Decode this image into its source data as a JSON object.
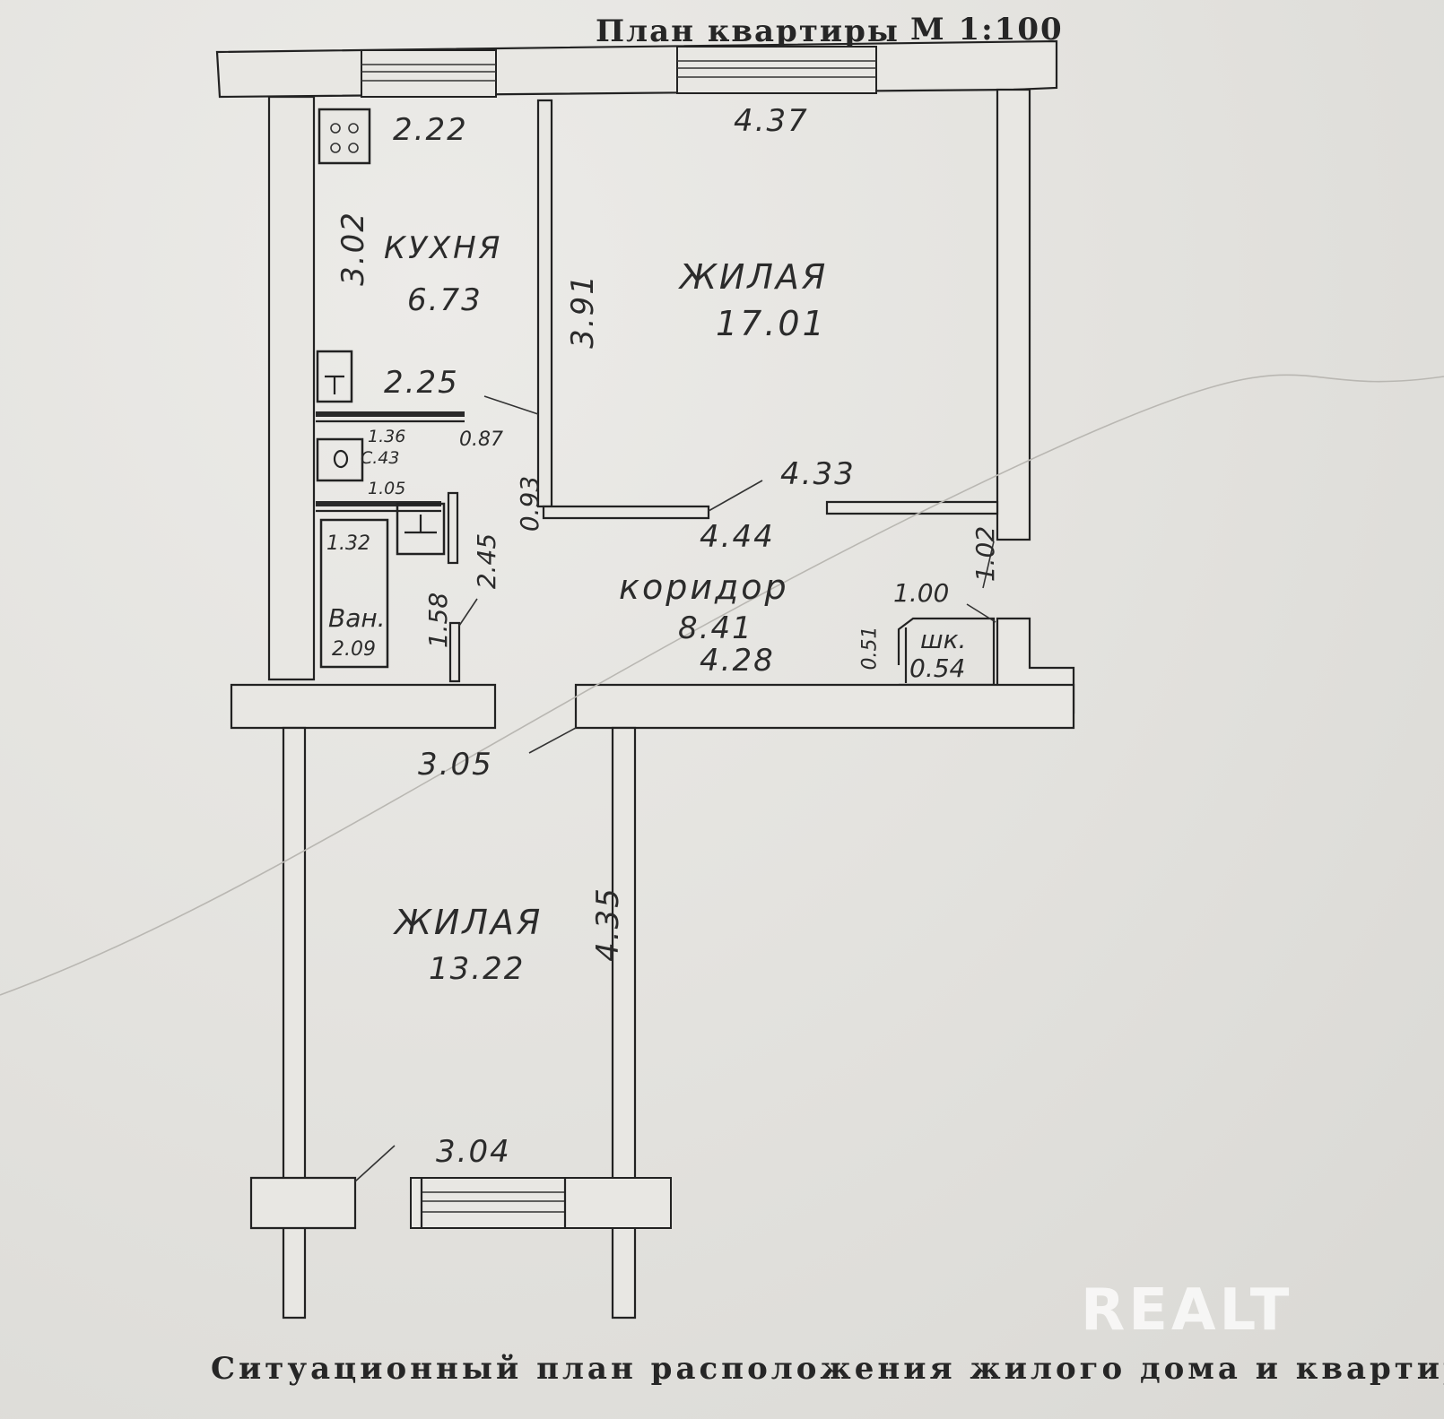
{
  "header": {
    "title": "План квартиры",
    "scale": "М 1:100"
  },
  "footer": {
    "caption": "Ситуационный план расположения жилого дома и квартиры"
  },
  "watermark": "REALT",
  "rooms": {
    "kitchen": {
      "name": "КУХНЯ",
      "area": "6.73",
      "width": "2.22",
      "length": "3.02"
    },
    "living_main": {
      "name": "ЖИЛАЯ",
      "area": "17.01",
      "width": "4.37",
      "length": "3.91",
      "bottom_width": "4.33"
    },
    "corridor": {
      "name": "коридор",
      "area": "8.41",
      "width_top": "4.44",
      "width_bottom": "4.28",
      "depth": "2.45",
      "left": "0.93",
      "right": "1.02"
    },
    "toilet": {
      "area": "C.43",
      "width": "1.36",
      "depth": "0.87",
      "bottom": "1.05"
    },
    "bathroom": {
      "name": "Ван.",
      "area": "2.09",
      "width": "1.32",
      "length": "1.58"
    },
    "closet": {
      "name": "шк.",
      "area": "0.54",
      "width": "1.00",
      "depth": "0.51"
    },
    "living_second": {
      "name": "ЖИЛАЯ",
      "area": "13.22",
      "width_top": "3.05",
      "width_bottom": "3.04",
      "length": "4.35"
    }
  },
  "dimensions": {
    "kitchen_bottom": "2.25"
  }
}
